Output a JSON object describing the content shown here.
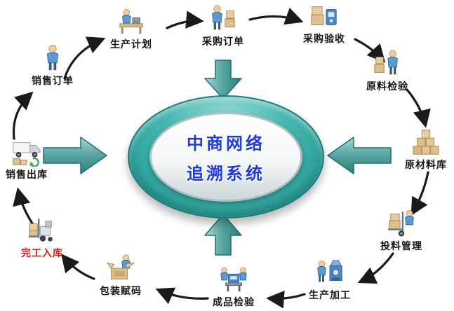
{
  "center": {
    "line1": "中商网络",
    "line2": "追溯系统"
  },
  "colors": {
    "ring_teal": "#2ba39e",
    "big_arrow_teal": "#4c9693",
    "flow_arrow_black": "#1a1a1a",
    "title_blue": "#1d3be0",
    "highlight_label_red": "#c62318",
    "label_black": "#151515",
    "carton_tan": "#dfc08a"
  },
  "nodes": [
    {
      "id": "sales-order",
      "label": "销售订单",
      "icon": "person-icon",
      "highlight": false
    },
    {
      "id": "production-plan",
      "label": "生产计划",
      "icon": "person-desk-icon",
      "highlight": false
    },
    {
      "id": "purchase-order",
      "label": "采购订单",
      "icon": "person-boxes-icon",
      "highlight": false
    },
    {
      "id": "purchase-acceptance",
      "label": "采购验收",
      "icon": "boxes-scanner-icon",
      "highlight": false
    },
    {
      "id": "raw-material-inspection",
      "label": "原料检验",
      "icon": "person-box-icon",
      "highlight": false
    },
    {
      "id": "raw-material-warehouse",
      "label": "原材料库",
      "icon": "box-pyramid-icon",
      "highlight": false
    },
    {
      "id": "feeding-management",
      "label": "投料管理",
      "icon": "hand-truck-icon",
      "highlight": false
    },
    {
      "id": "production-processing",
      "label": "生产加工",
      "icon": "person-machine-icon",
      "highlight": false
    },
    {
      "id": "finished-product-inspection",
      "label": "成品检验",
      "icon": "inspect-station-icon",
      "highlight": false
    },
    {
      "id": "packaging-coding",
      "label": "包装赋码",
      "icon": "person-open-box-icon",
      "highlight": false
    },
    {
      "id": "completion-warehousing",
      "label": "完工入库",
      "icon": "forklift-icon",
      "highlight": true
    },
    {
      "id": "sales-outbound",
      "label": "销售出库",
      "icon": "delivery-truck-icon",
      "highlight": false
    }
  ]
}
